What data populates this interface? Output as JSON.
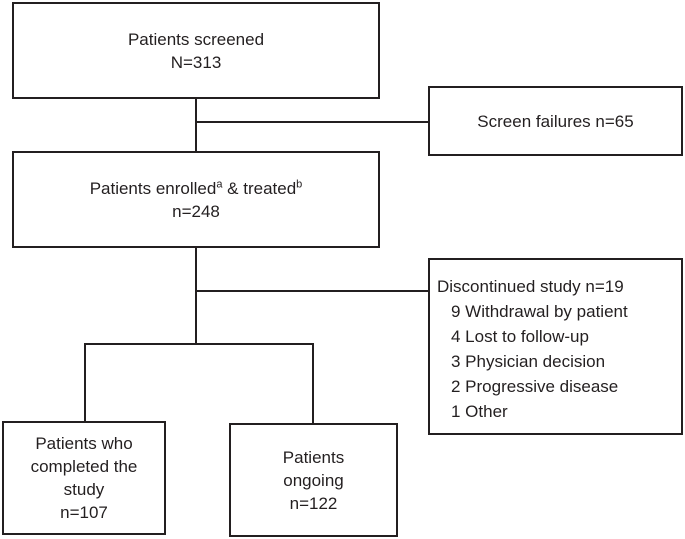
{
  "colors": {
    "line": "#231f20",
    "box_background": "#ffffff",
    "text": "#231f20"
  },
  "boxes": {
    "screened": {
      "line1": "Patients screened",
      "line2": "N=313"
    },
    "screen_failures": {
      "label": "Screen failures n=65"
    },
    "enrolled": {
      "line1_pre": "Patients enrolled",
      "sup_a": "a",
      "line1_mid": " & treated",
      "sup_b": "b",
      "line2": "n=248"
    },
    "discontinued": {
      "title": "Discontinued study n=19",
      "items": [
        "9 Withdrawal by patient",
        "4 Lost to follow-up",
        "3 Physician decision",
        "2 Progressive disease",
        "1 Other"
      ]
    },
    "completed": {
      "line1": "Patients who",
      "line2": "completed the",
      "line3": "study",
      "line4": "n=107"
    },
    "ongoing": {
      "line1": "Patients",
      "line2": "ongoing",
      "line3": "n=122"
    }
  }
}
